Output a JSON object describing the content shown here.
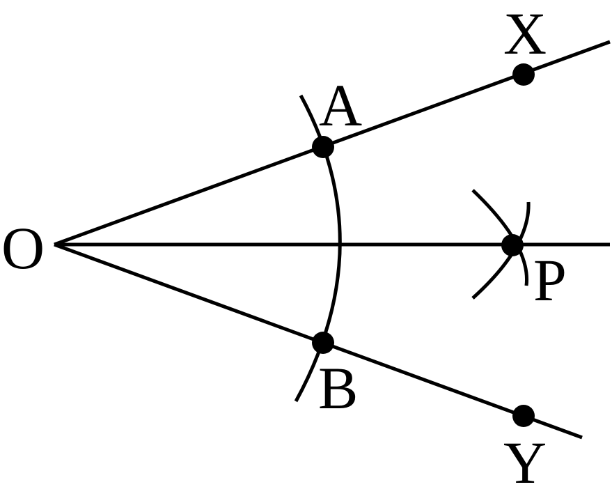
{
  "diagram": {
    "title": "",
    "ink_color": "#000000",
    "background_color": "#ffffff",
    "points": [
      {
        "id": "O",
        "label": "O"
      },
      {
        "id": "A",
        "label": "A"
      },
      {
        "id": "B",
        "label": "B"
      },
      {
        "id": "X",
        "label": "X"
      },
      {
        "id": "Y",
        "label": "Y"
      },
      {
        "id": "P",
        "label": "P"
      }
    ],
    "rays": [
      {
        "from": "O",
        "through": "X"
      },
      {
        "from": "O",
        "through": "Y"
      },
      {
        "from": "O",
        "through": "P"
      }
    ],
    "arcs": [
      {
        "center": "O",
        "crosses": [
          "A",
          "B"
        ]
      },
      {
        "center": "A",
        "crosses": [
          "P"
        ]
      },
      {
        "center": "B",
        "crosses": [
          "P"
        ]
      }
    ]
  }
}
